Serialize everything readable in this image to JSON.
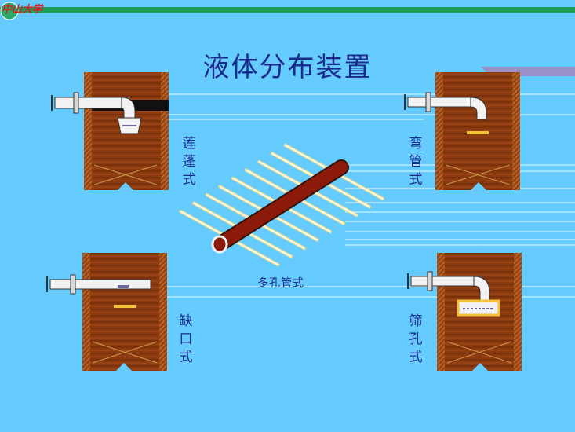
{
  "header": {
    "logo_text": "中山大学",
    "bar_color": "#1E9E5A"
  },
  "title": "液体分布装置",
  "labels": {
    "showerhead": "莲蓬式",
    "bent_pipe": "弯管式",
    "notch": "缺口式",
    "sieve_hole": "筛孔式",
    "perforated_pipe": "多孔管式"
  },
  "colors": {
    "background": "#66CCFF",
    "wood": "#8B3A0F",
    "wood_dark": "#5A1E05",
    "pipe_fill": "#F2F2F2",
    "title": "#1A2A8C"
  }
}
